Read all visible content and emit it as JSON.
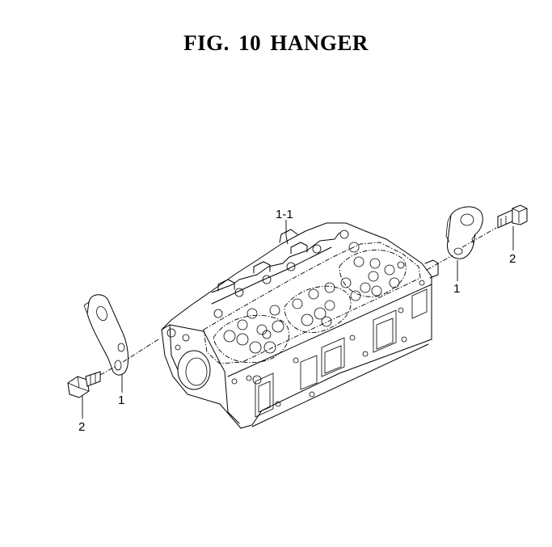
{
  "title": "FIG. 10  HANGER",
  "callouts": {
    "cylinder_head": "1-1",
    "hanger_right": "1",
    "bolt_right": "2",
    "hanger_left": "1",
    "bolt_left": "2"
  }
}
